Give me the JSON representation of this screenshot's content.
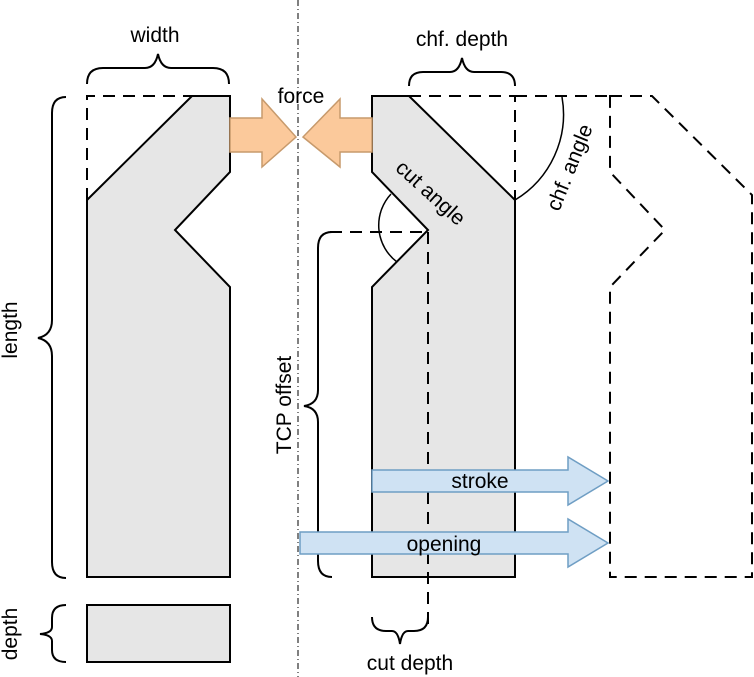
{
  "labels": {
    "width": "width",
    "chf_depth": "chf. depth",
    "force": "force",
    "length": "length",
    "cut_angle": "cut angle",
    "chf_angle": "chf. angle",
    "tcp_offset": "TCP offset",
    "stroke": "stroke",
    "opening": "opening",
    "depth": "depth",
    "cut_depth": "cut depth"
  },
  "colors": {
    "finger_fill": "#e6e6e6",
    "force_arrow_fill": "#fbc99b",
    "force_arrow_stroke": "#c79a6c",
    "motion_arrow_fill": "#cfe2f3",
    "motion_arrow_stroke": "#6f9ec4",
    "line": "#000000"
  }
}
